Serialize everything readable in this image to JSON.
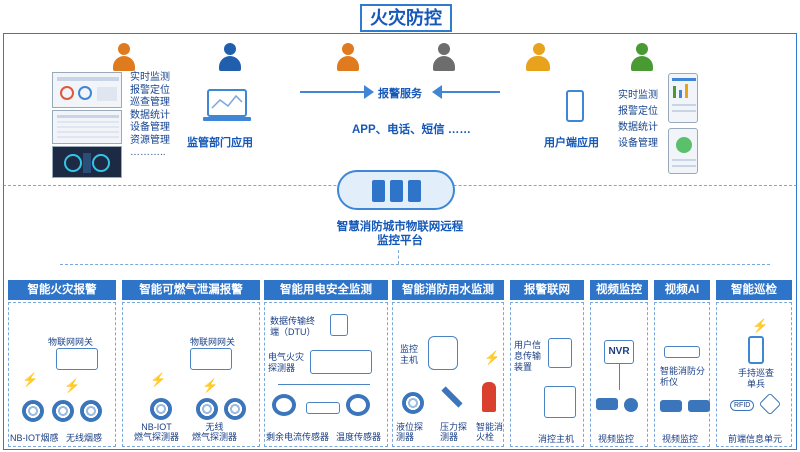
{
  "title": "火灾防控",
  "left_functions": [
    "实时监测",
    "报警定位",
    "巡查管理",
    "数据统计",
    "设备管理",
    "资源管理",
    "……….."
  ],
  "right_functions": [
    "实时监测",
    "报警定位",
    "数据统计",
    "设备管理"
  ],
  "dept_app_label": "监管部门应用",
  "user_app_label": "用户端应用",
  "alarm_service_label": "报警服务",
  "channels_label": "APP、电话、短信 ……",
  "platform_label_line1": "智慧消防城市物联网远程",
  "platform_label_line2": "监控平台",
  "categories": [
    "智能火灾报警",
    "智能可燃气泄漏报警",
    "智能用电安全监测",
    "智能消防用水监测",
    "报警联网",
    "视频监控",
    "视频AI",
    "智能巡检"
  ],
  "fire": {
    "gateway": "物联网网关",
    "sensor1": "NB-IOT烟感",
    "sensor2": "无线烟感"
  },
  "gas": {
    "gateway": "物联网网关",
    "sensor1": "NB-IOT\n燃气探测器",
    "sensor2": "无线\n燃气探测器"
  },
  "electric": {
    "dtu": "数据传输终\n端（DTU）",
    "detector": "电气火灾\n探测器",
    "residual": "剩余电流传感器",
    "temp": "温度传感器"
  },
  "water": {
    "host": "监控\n主机",
    "level": "液位探\n测器",
    "pressure": "压力探\n测器",
    "hydrant": "智能消\n火栓"
  },
  "alarm_net": {
    "device": "用户信\n息传输\n装置",
    "host": "消控主机"
  },
  "video": {
    "nvr": "NVR",
    "label": "视频监控"
  },
  "video_ai": {
    "device": "智能消防分\n析仪",
    "label": "视频监控"
  },
  "patrol": {
    "device": "手持巡查\n单兵",
    "label": "前端信息单元",
    "rfid": "RFID"
  },
  "colors": {
    "primary": "#2e74c9",
    "accent": "#e8a21c"
  }
}
